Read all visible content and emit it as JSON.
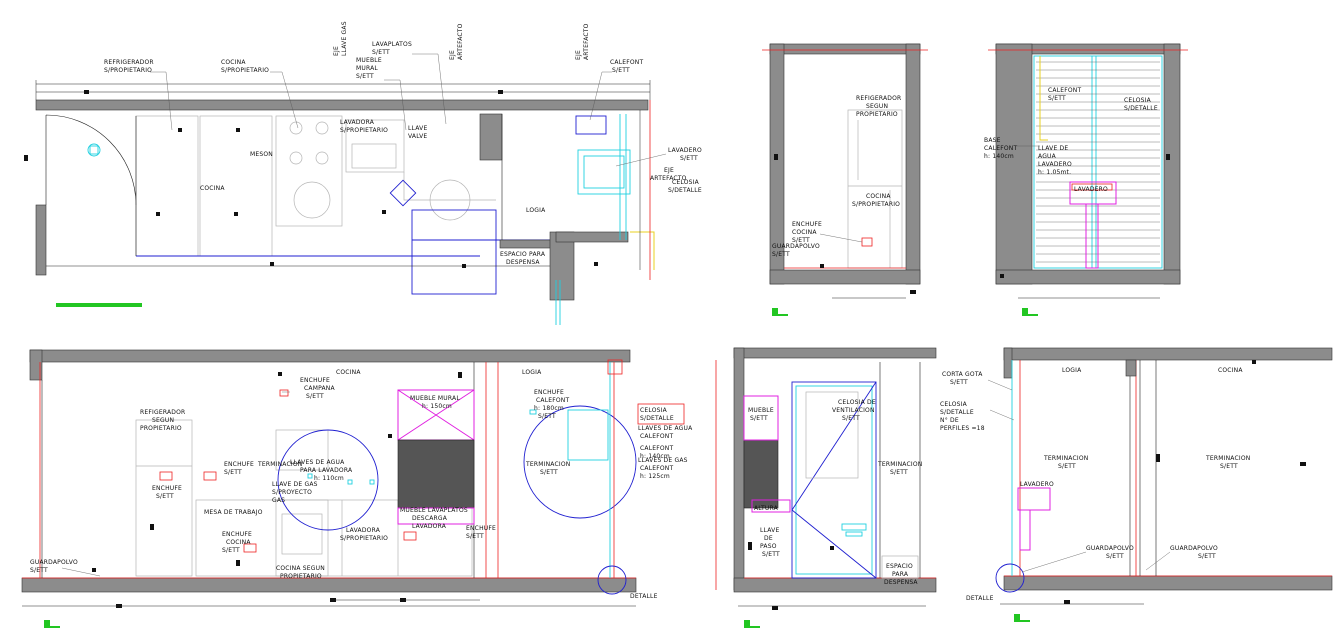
{
  "colors": {
    "wall": "#8c8c8c",
    "blue": "#1f1fd0",
    "cyan": "#1fd0e0",
    "red": "#e22222",
    "magenta": "#e020e0",
    "yellow": "#e8d020",
    "green": "#22c622"
  },
  "plan": {
    "labels": {
      "refrigerador": "REFRIGERADOR",
      "refrigerador_sub": "S/PROPIETARIO",
      "cocina": "COCINA",
      "cocina_sub": "S/PROPIETARIO",
      "eje_llave": "EJE",
      "llave_gas": "LLAVE GAS",
      "lavaplatos": "LAVAPLATOS",
      "lavaplatos_sub": "S/ETT",
      "mueble": "MUEBLE",
      "mural": "MURAL",
      "mural_sub": "S/ETT",
      "eje_art": "EJE",
      "artefacto": "ARTEFACTO",
      "eje_art2": "EJE",
      "artefacto2": "ARTEFACTO",
      "calefont": "CALEFONT",
      "calefont_sub": "S/ETT",
      "lavadora": "LAVADORA",
      "lavadora_sub": "S/PROPIETARIO",
      "llave": "LLAVE",
      "llave_sub": "VALVE",
      "meson": "MESON",
      "cocina_room": "COCINA",
      "logia": "LOGIA",
      "lavadero": "LAVADERO",
      "lavadero_sub": "S/ETT",
      "eje": "EJE",
      "artefacto3": "ARTEFACTO",
      "celosia": "CELOSIA",
      "celosia_sub": "S/DETALLE",
      "espacio": "ESPACIO PARA",
      "despensa": "DESPENSA"
    }
  },
  "elev_a": {
    "labels": {
      "refrigerador": "REFIGERADOR",
      "segun": "SEGUN",
      "propietario": "PROPIETARIO",
      "cocina": "COCINA",
      "cocina_sub": "S/PROPIETARIO",
      "enchufe": "ENCHUFE",
      "cocina2": "COCINA",
      "setti": "S/ETT",
      "guardapolvo": "GUARDAPOLVO",
      "guardapolvo_sub": "S/ETT"
    }
  },
  "elev_b": {
    "labels": {
      "base": "BASE",
      "calefont": "CALEFONT",
      "h140": "h: 140cm",
      "calefont2": "CALEFONT",
      "calefont2_sub": "S/ETT",
      "celosia": "CELOSIA",
      "celosia_sub": "S/DETALLE",
      "llave_de": "LLAVE DE",
      "agua": "AGUA",
      "lavadero": "LAVADERO",
      "h105": "h: 1.05mt.",
      "lavadero_tag": "LAVADERO"
    }
  },
  "elev_c": {
    "labels": {
      "cocina": "COCINA",
      "logia": "LOGIA",
      "enchufe": "ENCHUFE",
      "campana": "CAMPANA",
      "campana_sub": "S/ETT",
      "mueble_mural": "MUEBLE MURAL",
      "mueble_h": "h: 150cm",
      "enchufe_cal": "ENCHUFE",
      "calefont": "CALEFONT",
      "calefont_h": "h: 180cm",
      "calefont_sub": "S/ETT",
      "celosia": "CELOSIA",
      "celosia_sub": "S/DETALLE",
      "llaves_agua": "LLAVES DE AGUA",
      "calefont2": "CALEFONT",
      "calefont_h2": "h: 140cm",
      "llaves_gas": "LLAVES DE GAS",
      "calefont3": "CALEFONT",
      "calefont_h3": "h: 125cm",
      "refrigerador": "REFIGERADOR",
      "segun": "SEGUN",
      "propietario": "PROPIETARIO",
      "enchufe_ref": "ENCHUFE",
      "enchufe_ref_sub": "S/ETT",
      "enchufe2": "ENCHUFE",
      "enchufe2_sub": "S/ETT",
      "terminacion": "TERMINACION",
      "llaves_agua2": "LLAVES DE AGUA",
      "para_lavadora": "PARA LAVADORA",
      "h110": "h: 110cm",
      "llave_gas": "LLAVE DE GAS",
      "proyecto": "S/PROYECTO",
      "gas": "GAS",
      "terminacion2": "TERMINACION",
      "setti": "S/ETT",
      "mesa": "MESA DE TRABAJO",
      "enchufe3": "ENCHUFE",
      "cocina3": "COCINA",
      "enchufe3_sub": "S/ETT",
      "cocina_segun": "COCINA SEGUN",
      "propietario2": "PROPIETARIO",
      "lavadora": "LAVADORA",
      "lavadora_sub": "S/PROPIETARIO",
      "mueble_lava": "MUEBLE LAVAPLATOS",
      "descarga": "DESCARGA",
      "lavadora2": "LAVADORA",
      "enchufe4": "ENCHUFE",
      "enchufe4_sub": "S/ETT",
      "guardapolvo": "GUARDAPOLVO",
      "guardapolvo_sub": "S/ETT",
      "detalle": "DETALLE"
    }
  },
  "elev_d": {
    "labels": {
      "mueble": "MUEBLE",
      "setti": "S/ETT",
      "celosia": "CELOSIA DE",
      "ventilacion": "VENTILACION",
      "celosia_sub": "S/ETT",
      "terminacion": "TERMINACION",
      "terminacion_sub": "S/ETT",
      "altura": "ALTURA",
      "llave": "LLAVE",
      "de": "DE",
      "paso": "PASO",
      "paso_sub": "S/ETT",
      "espacio": "ESPACIO",
      "para": "PARA",
      "despensa": "DESPENSA"
    }
  },
  "elev_e": {
    "labels": {
      "logia": "LOGIA",
      "cocina": "COCINA",
      "corta_gota": "CORTA GOTA",
      "corta_gota_sub": "S/ETT",
      "celosia": "CELOSIA",
      "detalle": "S/DETALLE",
      "n_de": "N° DE",
      "perfiles": "PERFILES =18",
      "terminacion": "TERMINACION",
      "terminacion_sub": "S/ETT",
      "terminacion2": "TERMINACION",
      "terminacion2_sub": "S/ETT",
      "lavadero": "LAVADERO",
      "guardapolvo": "GUARDAPOLVO",
      "guardapolvo_sub": "S/ETT",
      "guardapolvo2": "GUARDAPOLVO",
      "guardapolvo2_sub": "S/ETT",
      "detalle_tag": "DETALLE"
    }
  }
}
